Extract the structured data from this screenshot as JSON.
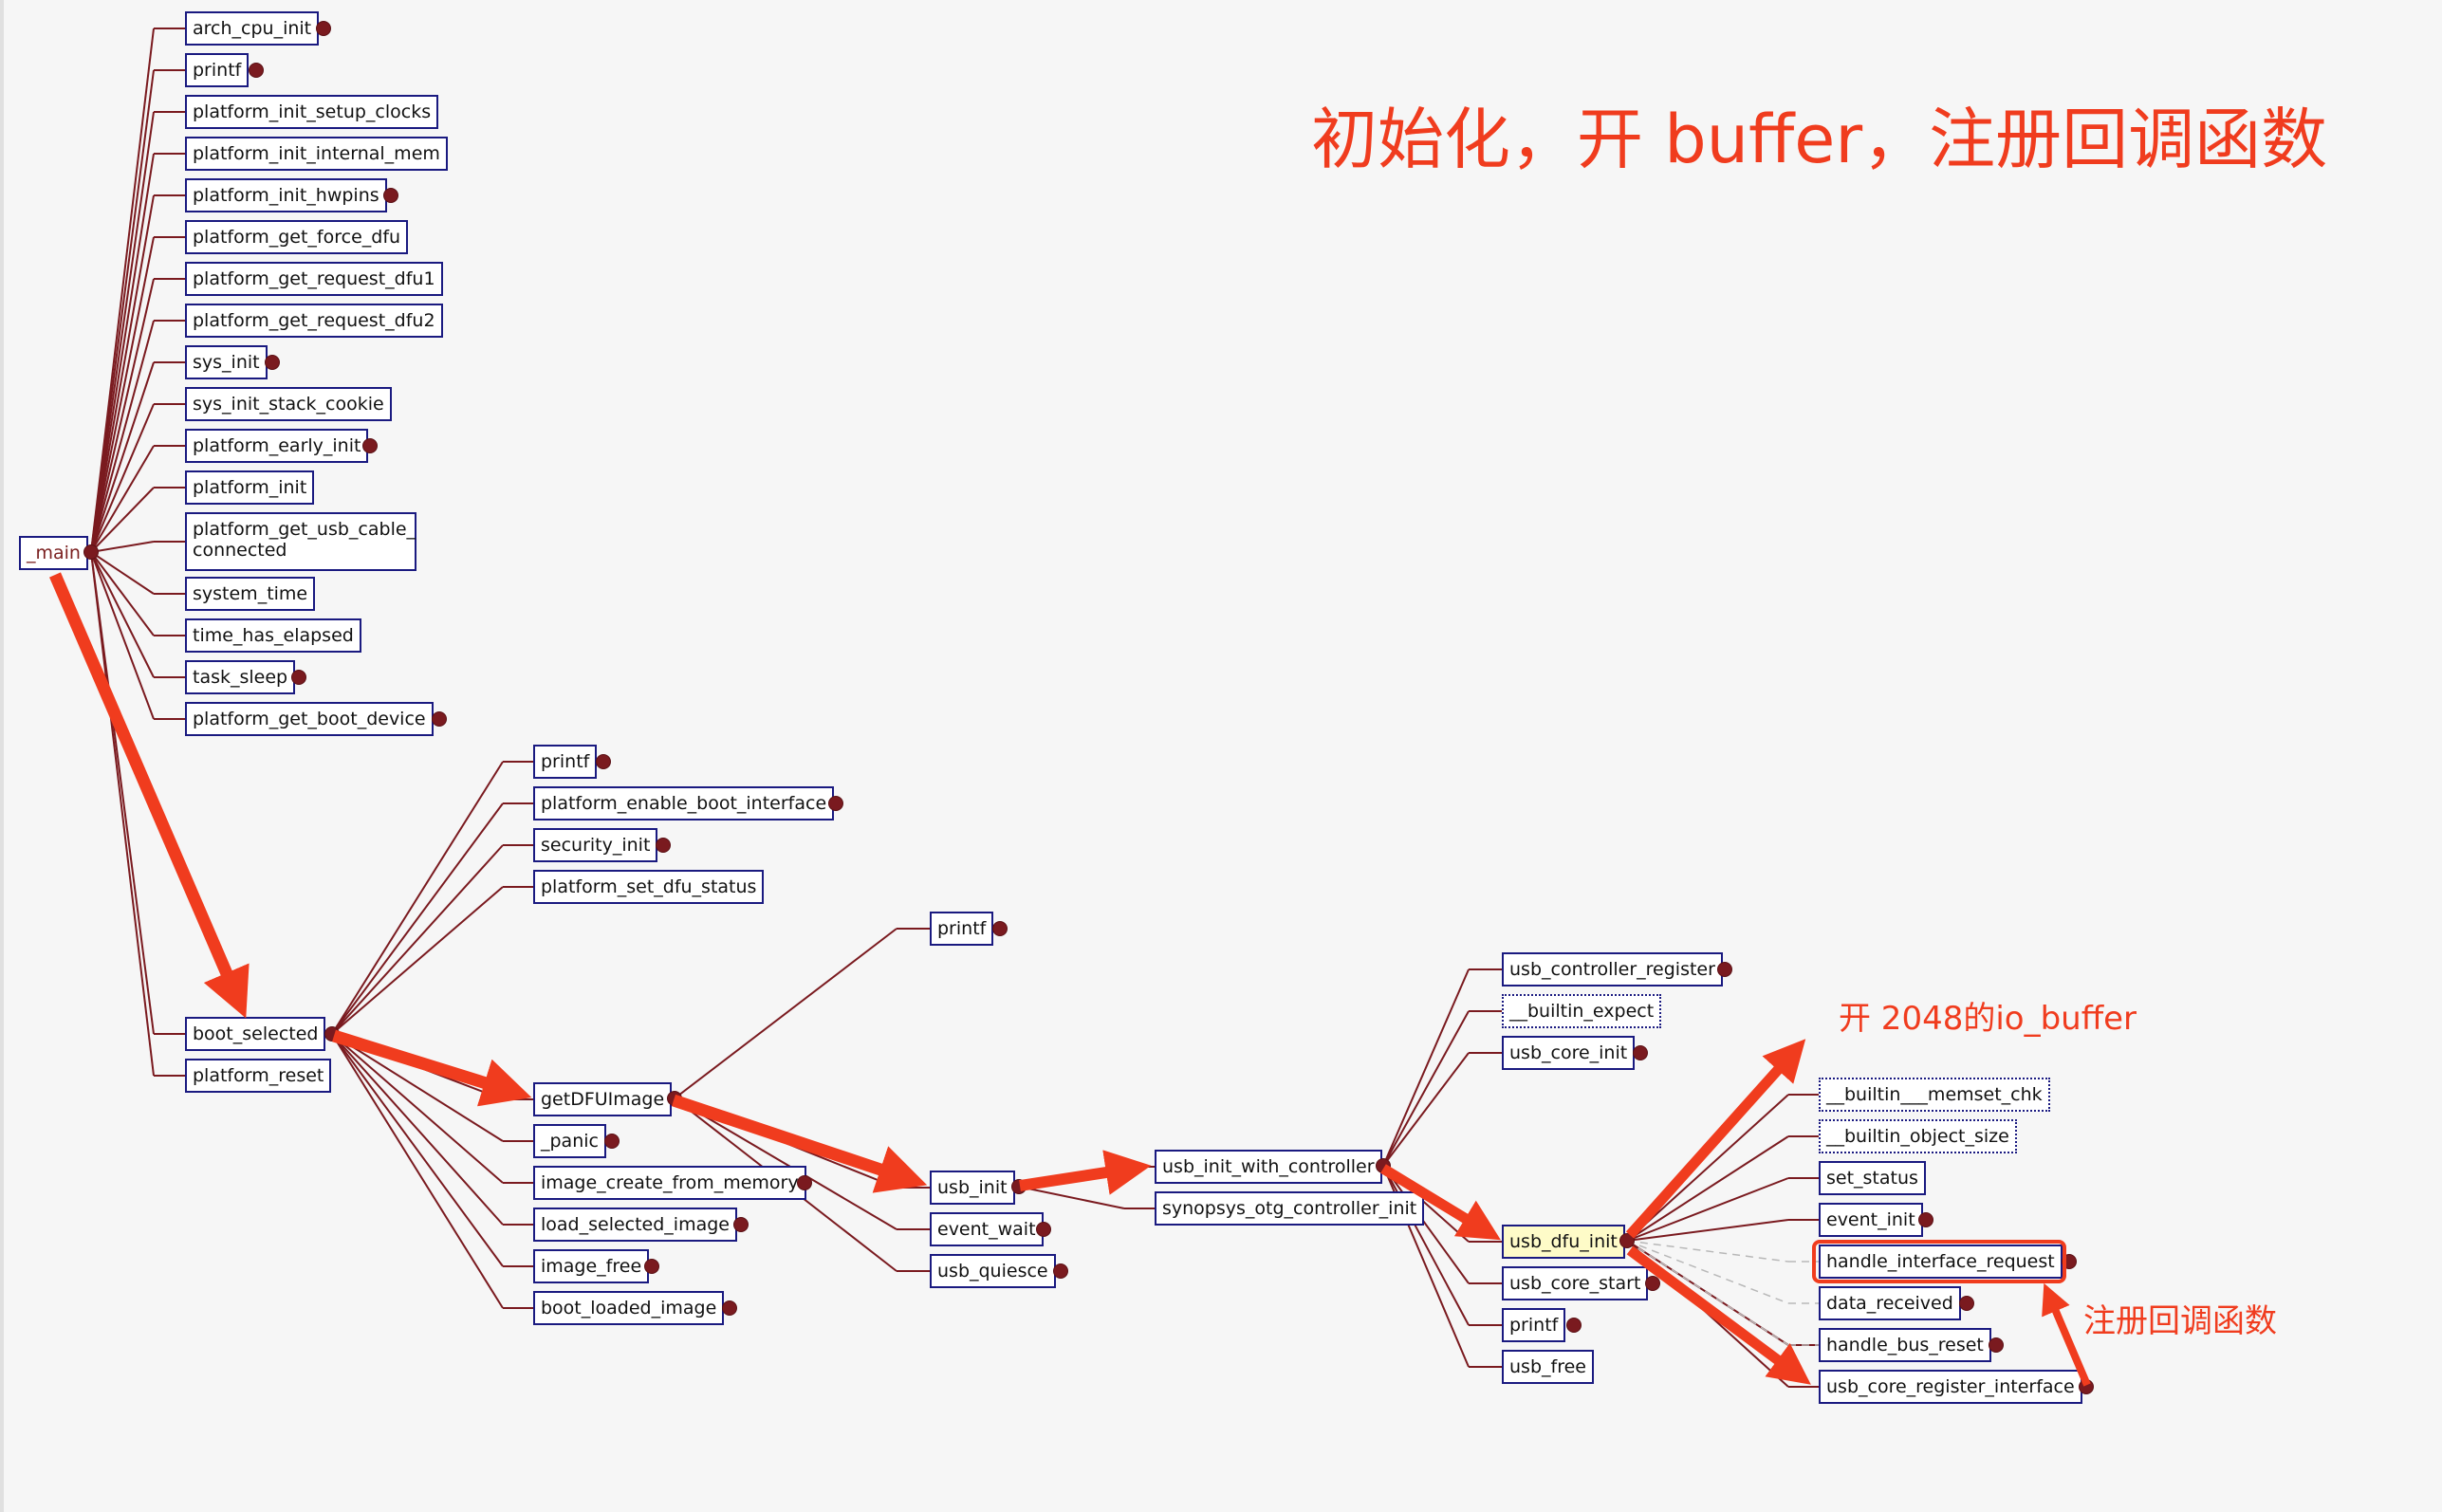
{
  "annotations": {
    "title": "初始化，开 buffer，注册回调函数",
    "buffer_note": "开 2048的io_buffer",
    "callback_note": "注册回调函数"
  },
  "colors": {
    "edge": "#7a1a1f",
    "node_border": "#1a1a80",
    "highlight_fill": "#fefbc8",
    "annotation_red": "#f03c1e"
  },
  "nodes": {
    "main": "_main",
    "arch_cpu_init": "arch_cpu_init",
    "printf1": "printf",
    "platform_init_setup_clocks": "platform_init_setup_clocks",
    "platform_init_internal_mem": "platform_init_internal_mem",
    "platform_init_hwpins": "platform_init_hwpins",
    "platform_get_force_dfu": "platform_get_force_dfu",
    "platform_get_request_dfu1": "platform_get_request_dfu1",
    "platform_get_request_dfu2": "platform_get_request_dfu2",
    "sys_init": "sys_init",
    "sys_init_stack_cookie": "sys_init_stack_cookie",
    "platform_early_init": "platform_early_init",
    "platform_init": "platform_init",
    "platform_get_usb_cable_connected": "platform_get_usb_cable_ connected",
    "system_time": "system_time",
    "time_has_elapsed": "time_has_elapsed",
    "task_sleep": "task_sleep",
    "platform_get_boot_device": "platform_get_boot_device",
    "boot_selected": "boot_selected",
    "platform_reset": "platform_reset",
    "printf2": "printf",
    "platform_enable_boot_interface": "platform_enable_boot_interface",
    "security_init": "security_init",
    "platform_set_dfu_status": "platform_set_dfu_status",
    "getDFUImage": "getDFUImage",
    "panic": "_panic",
    "image_create_from_memory": "image_create_from_memory",
    "load_selected_image": "load_selected_image",
    "image_free": "image_free",
    "boot_loaded_image": "boot_loaded_image",
    "printf3": "printf",
    "usb_init": "usb_init",
    "event_wait": "event_wait",
    "usb_quiesce": "usb_quiesce",
    "usb_init_with_controller": "usb_init_with_controller",
    "synopsys_otg_controller_init": "synopsys_otg_controller_init",
    "usb_controller_register": "usb_controller_register",
    "builtin_expect": "__builtin_expect",
    "usb_core_init": "usb_core_init",
    "usb_dfu_init": "usb_dfu_init",
    "usb_core_start": "usb_core_start",
    "printf4": "printf",
    "usb_free": "usb_free",
    "builtin_memset_chk": "__builtin___memset_chk",
    "builtin_object_size": "__builtin_object_size",
    "set_status": "set_status",
    "event_init": "event_init",
    "handle_interface_request": "handle_interface_request",
    "data_received": "data_received",
    "handle_bus_reset": "handle_bus_reset",
    "usb_core_register_interface": "usb_core_register_interface"
  }
}
